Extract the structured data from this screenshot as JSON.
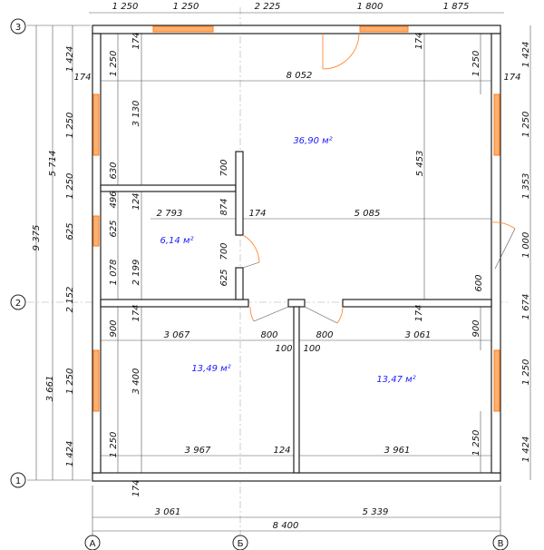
{
  "drawing": {
    "axes": {
      "rows": [
        "3",
        "2",
        "1"
      ],
      "cols": [
        "А",
        "Б",
        "В"
      ]
    },
    "rooms": [
      {
        "area": "36,90 м²"
      },
      {
        "area": "6,14 м²"
      },
      {
        "area": "13,49 м²"
      },
      {
        "area": "13,47 м²"
      }
    ],
    "dims": [
      "1 250",
      "1 250",
      "2 225",
      "1 800",
      "1 875",
      "9 375",
      "5 714",
      "3 661",
      "1 424",
      "1 250",
      "1 250",
      "625",
      "2 152",
      "1 250",
      "1 424",
      "1 250",
      "630",
      "496",
      "625",
      "1 078",
      "900",
      "1 250",
      "174",
      "3 130",
      "124",
      "2 199",
      "174",
      "3 400",
      "174",
      "174",
      "8 052",
      "5 453",
      "5 085",
      "2 793",
      "174",
      "700",
      "874",
      "700",
      "625",
      "174",
      "1 250",
      "174",
      "1 424",
      "1 250",
      "1 353",
      "1 000",
      "1 674",
      "1 250",
      "1 424",
      "600",
      "174",
      "900",
      "3 067",
      "800",
      "100",
      "100",
      "800",
      "3 061",
      "3 967",
      "124",
      "3 961",
      "1 250",
      "3 061",
      "5 339",
      "8 400"
    ],
    "colors": {
      "window": "#ff7a1a",
      "area_text": "#1a1aff"
    }
  }
}
